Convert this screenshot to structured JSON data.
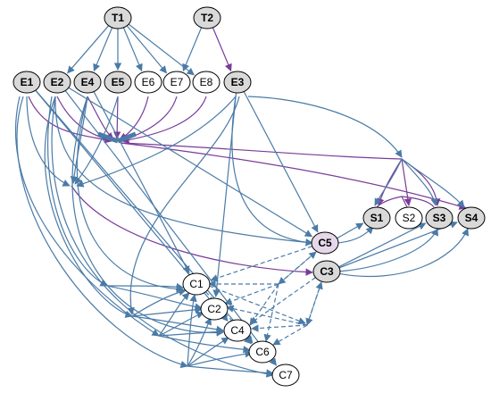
{
  "colors": {
    "blue": "#4a7ba7",
    "purple": "#7a3b9a",
    "node_shaded": "#d9d9d9",
    "node_plain": "#ffffff",
    "node_highlight": "#e6d8ea",
    "stroke": "#000000"
  },
  "nodes": [
    {
      "id": "T1",
      "label": "T1",
      "style": "shaded",
      "bold": true
    },
    {
      "id": "T2",
      "label": "T2",
      "style": "shaded",
      "bold": true
    },
    {
      "id": "E1",
      "label": "E1",
      "style": "shaded",
      "bold": true
    },
    {
      "id": "E2",
      "label": "E2",
      "style": "shaded",
      "bold": true
    },
    {
      "id": "E4",
      "label": "E4",
      "style": "shaded",
      "bold": true
    },
    {
      "id": "E5",
      "label": "E5",
      "style": "shaded",
      "bold": true
    },
    {
      "id": "E6",
      "label": "E6",
      "style": "plain",
      "bold": false
    },
    {
      "id": "E7",
      "label": "E7",
      "style": "plain",
      "bold": false
    },
    {
      "id": "E8",
      "label": "E8",
      "style": "plain",
      "bold": false
    },
    {
      "id": "E3",
      "label": "E3",
      "style": "shaded",
      "bold": true
    },
    {
      "id": "S1",
      "label": "S1",
      "style": "shaded",
      "bold": true
    },
    {
      "id": "S2",
      "label": "S2",
      "style": "plain",
      "bold": false
    },
    {
      "id": "S3",
      "label": "S3",
      "style": "shaded",
      "bold": true
    },
    {
      "id": "S4",
      "label": "S4",
      "style": "shaded",
      "bold": true
    },
    {
      "id": "C5",
      "label": "C5",
      "style": "highlight",
      "bold": true
    },
    {
      "id": "C3",
      "label": "C3",
      "style": "shaded",
      "bold": true
    },
    {
      "id": "C1",
      "label": "C1",
      "style": "plain",
      "bold": false
    },
    {
      "id": "C2",
      "label": "C2",
      "style": "plain",
      "bold": false
    },
    {
      "id": "C4",
      "label": "C4",
      "style": "plain",
      "bold": false
    },
    {
      "id": "C6",
      "label": "C6",
      "style": "plain",
      "bold": false
    },
    {
      "id": "C7",
      "label": "C7",
      "style": "plain",
      "bold": false
    }
  ],
  "edges": [
    {
      "from": "T1",
      "to": "E2",
      "color": "blue",
      "dashed": false
    },
    {
      "from": "T1",
      "to": "E4",
      "color": "blue",
      "dashed": false
    },
    {
      "from": "T1",
      "to": "E5",
      "color": "blue",
      "dashed": false
    },
    {
      "from": "T1",
      "to": "E6",
      "color": "blue",
      "dashed": false
    },
    {
      "from": "T1",
      "to": "E7",
      "color": "blue",
      "dashed": false
    },
    {
      "from": "T1",
      "to": "E8",
      "color": "blue",
      "dashed": false
    },
    {
      "from": "T2",
      "to": "E7",
      "color": "blue",
      "dashed": false
    },
    {
      "from": "T2",
      "to": "E3",
      "color": "purple",
      "dashed": false
    },
    {
      "from": "E3",
      "to": "C5",
      "color": "blue",
      "dashed": false
    },
    {
      "from": "E2",
      "to": "C5",
      "color": "blue",
      "dashed": false
    },
    {
      "from": "C5",
      "to": "S1",
      "color": "blue",
      "dashed": false
    },
    {
      "from": "C3",
      "to": "S3",
      "color": "blue",
      "dashed": false
    },
    {
      "from": "C3",
      "to": "S4",
      "color": "blue",
      "dashed": false
    },
    {
      "from": "E1",
      "to": "C4",
      "color": "blue",
      "dashed": false
    },
    {
      "from": "E1",
      "to": "C6",
      "color": "blue",
      "dashed": false
    },
    {
      "from": "E2",
      "to": "C7",
      "color": "blue",
      "dashed": false
    },
    {
      "from": "E3",
      "to": "C2",
      "color": "blue",
      "dashed": false
    },
    {
      "from": "E4",
      "to": "C1",
      "color": "blue",
      "dashed": false
    },
    {
      "from": "C5",
      "to": "C1",
      "color": "blue",
      "dashed": true
    },
    {
      "from": "C3",
      "to": "C4",
      "color": "blue",
      "dashed": true
    },
    {
      "from": "C1",
      "to": "C6",
      "color": "blue",
      "dashed": true
    },
    {
      "from": "C2",
      "to": "C6",
      "color": "blue",
      "dashed": true
    }
  ]
}
